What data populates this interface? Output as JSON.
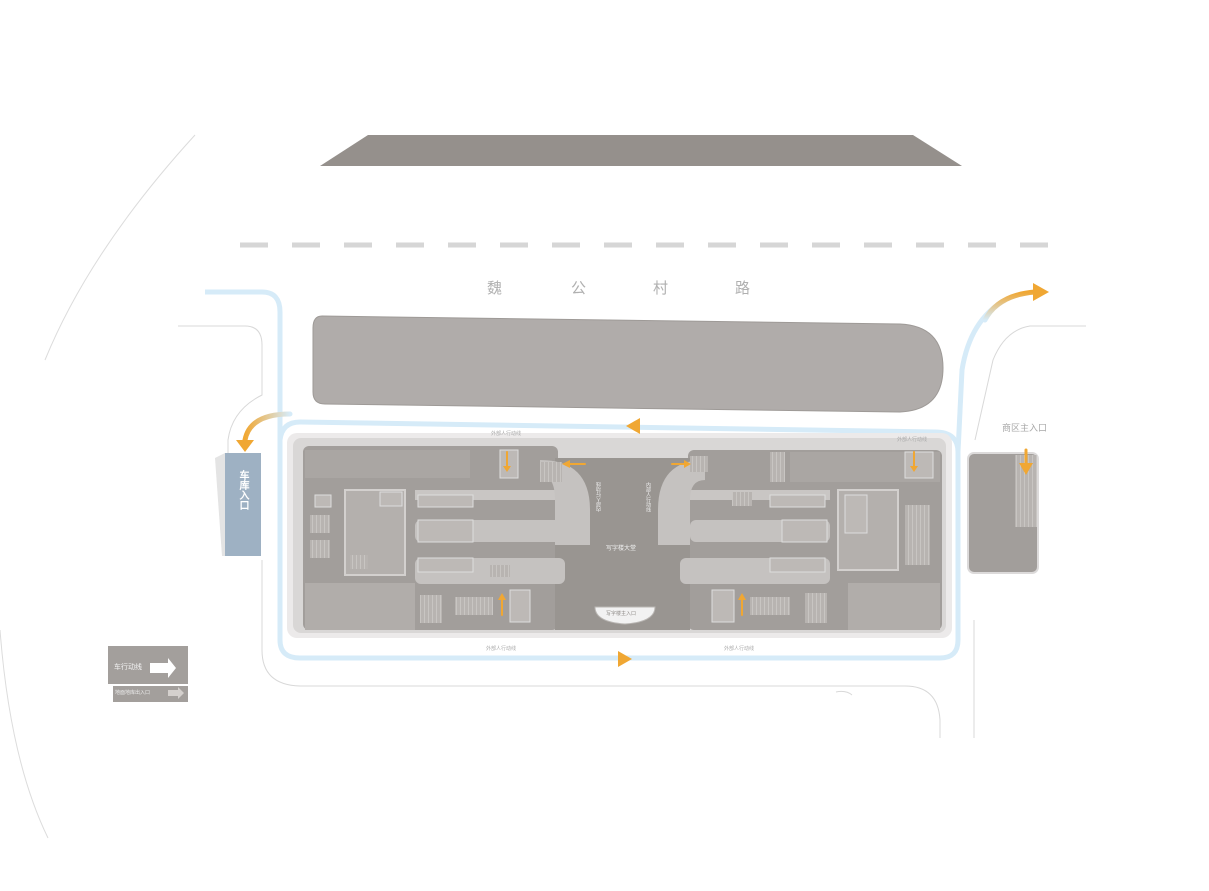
{
  "road": {
    "name_chars": [
      "魏",
      "公",
      "村",
      "路"
    ]
  },
  "labels": {
    "garage_entrance": "车库入口",
    "mall_main_entrance": "商区主入口",
    "office_lobby": "写字楼大堂",
    "office_main_entrance": "写字楼主入口",
    "outer_pedestrian_left": "外部人行动线",
    "outer_pedestrian_right": "外部人行动线",
    "outer_pedestrian_top_left": "外部人行动线",
    "outer_pedestrian_top_right": "外部人行动线",
    "inner_pedestrian_left": "内部人行动线",
    "inner_pedestrian_right": "内部人行动线"
  },
  "legend": {
    "vehicle_route": "车行动线",
    "underground_entrance": "地面地库出入口"
  },
  "colors": {
    "route_blue": "#d6ebf8",
    "arrow_orange": "#f0a733",
    "building_gray": "#a8a4a1",
    "floor_gray": "#9e9a97",
    "garage_blue": "#9eb1c3",
    "road_line": "#cfcfcf"
  }
}
